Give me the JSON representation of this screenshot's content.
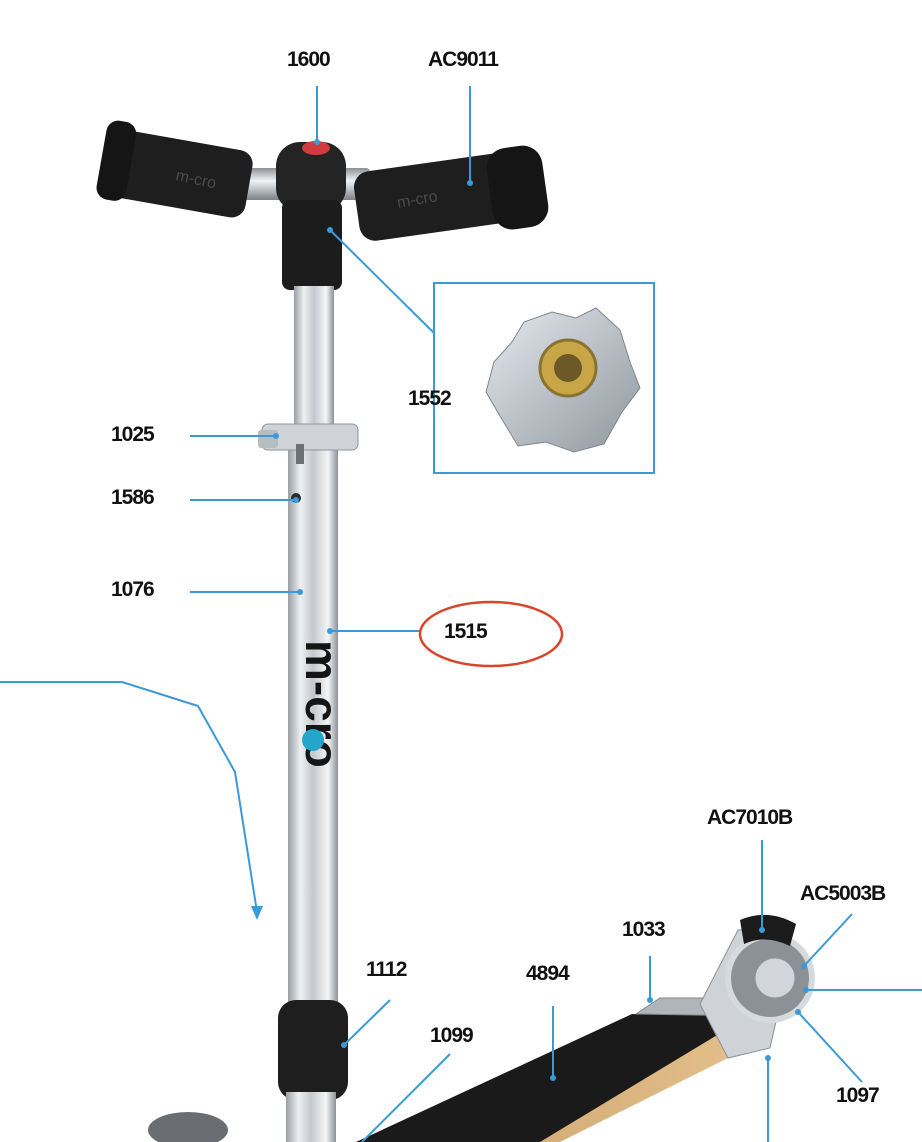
{
  "labels": {
    "l1600": "1600",
    "lAC9011": "AC9011",
    "l1552": "1552",
    "l1025": "1025",
    "l1586": "1586",
    "l1076": "1076",
    "l1515": "1515",
    "lAC7010B": "AC7010B",
    "lAC5003B": "AC5003B",
    "l1033": "1033",
    "l1112": "1112",
    "l4894": "4894",
    "l1099": "1099",
    "l1097": "1097"
  },
  "handle_text": "m-cro",
  "stem_text": "m-cro",
  "colors": {
    "leader": "#3a9ad9",
    "highlight": "#d9452b",
    "label": "#111111"
  }
}
